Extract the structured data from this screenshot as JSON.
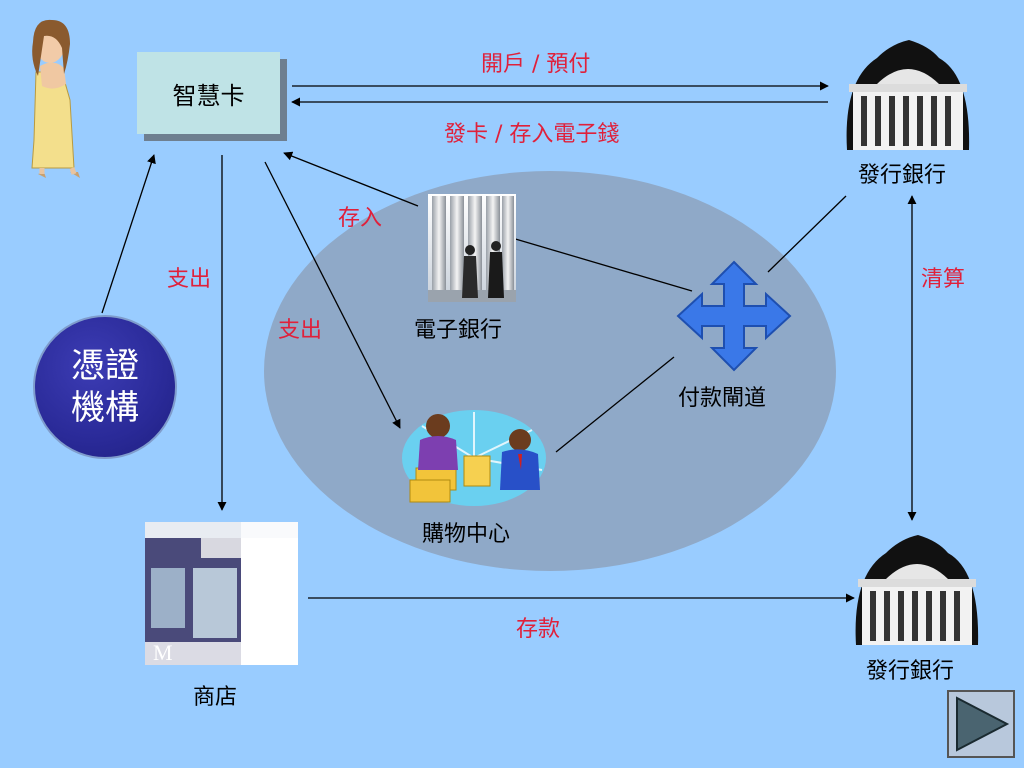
{
  "nodes": {
    "smart_card": "智慧卡",
    "cert_authority_line1": "憑證",
    "cert_authority_line2": "機構",
    "issuing_bank_top": "發行銀行",
    "issuing_bank_bottom": "發行銀行",
    "e_bank": "電子銀行",
    "payment_gateway": "付款閘道",
    "shopping_center": "購物中心",
    "store": "商店"
  },
  "edges": {
    "open_account": "開戶 / 預付",
    "issue_card": "發卡 / 存入電子錢",
    "deposit_in": "存入",
    "pay_left": "支出",
    "pay_middle": "支出",
    "clearing": "清算",
    "deposit": "存款"
  },
  "colors": {
    "background": "#99ccff",
    "edge_label": "#e0203a",
    "ellipse": "#8fa9c8",
    "card_box": "#bfe3e6",
    "cert_circle": "#2a2a98"
  },
  "icons": [
    "woman-figure-icon",
    "bank-building-icon",
    "business-people-icon",
    "four-way-arrow-icon",
    "handshake-icon",
    "storefront-icon",
    "play-icon"
  ]
}
